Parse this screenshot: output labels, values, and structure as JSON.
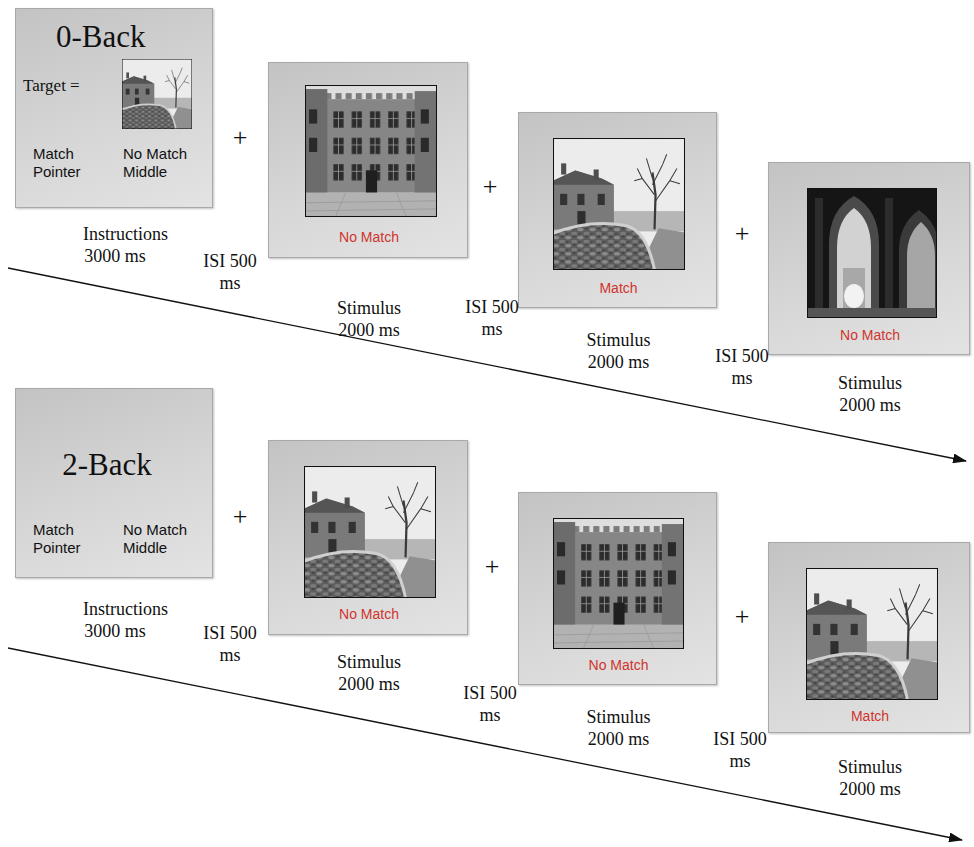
{
  "diagram": {
    "nodes": [
      {
        "text": [
          "0-Back",
          "Target =",
          "Match Pointer",
          "No Match Middle",
          "Instructions 3000 ms"
        ]
      },
      {
        "text": [
          "No Match",
          "Stimulus 2000 ms"
        ]
      },
      {
        "text": [
          "Match",
          "Stimulus 2000 ms"
        ]
      },
      {
        "text": [
          "No Match",
          "Stimulus 2000 ms"
        ]
      },
      {
        "text": [
          "2-Back",
          "Match Pointer",
          "No Match Middle",
          "Instructions 3000 ms"
        ]
      },
      {
        "text": [
          "No Match",
          "Stimulus 2000 ms"
        ]
      },
      {
        "text": [
          "No Match",
          "Stimulus 2000 ms"
        ]
      },
      {
        "text": [
          "Match",
          "Stimulus 2000 ms"
        ]
      }
    ],
    "labels": [
      "+",
      "ISI 500 ms",
      "+",
      "ISI 500 ms",
      "+",
      "ISI 500 ms",
      "+",
      "ISI 500 ms",
      "+",
      "ISI 500 ms",
      "+",
      "ISI 500 ms"
    ]
  }
}
